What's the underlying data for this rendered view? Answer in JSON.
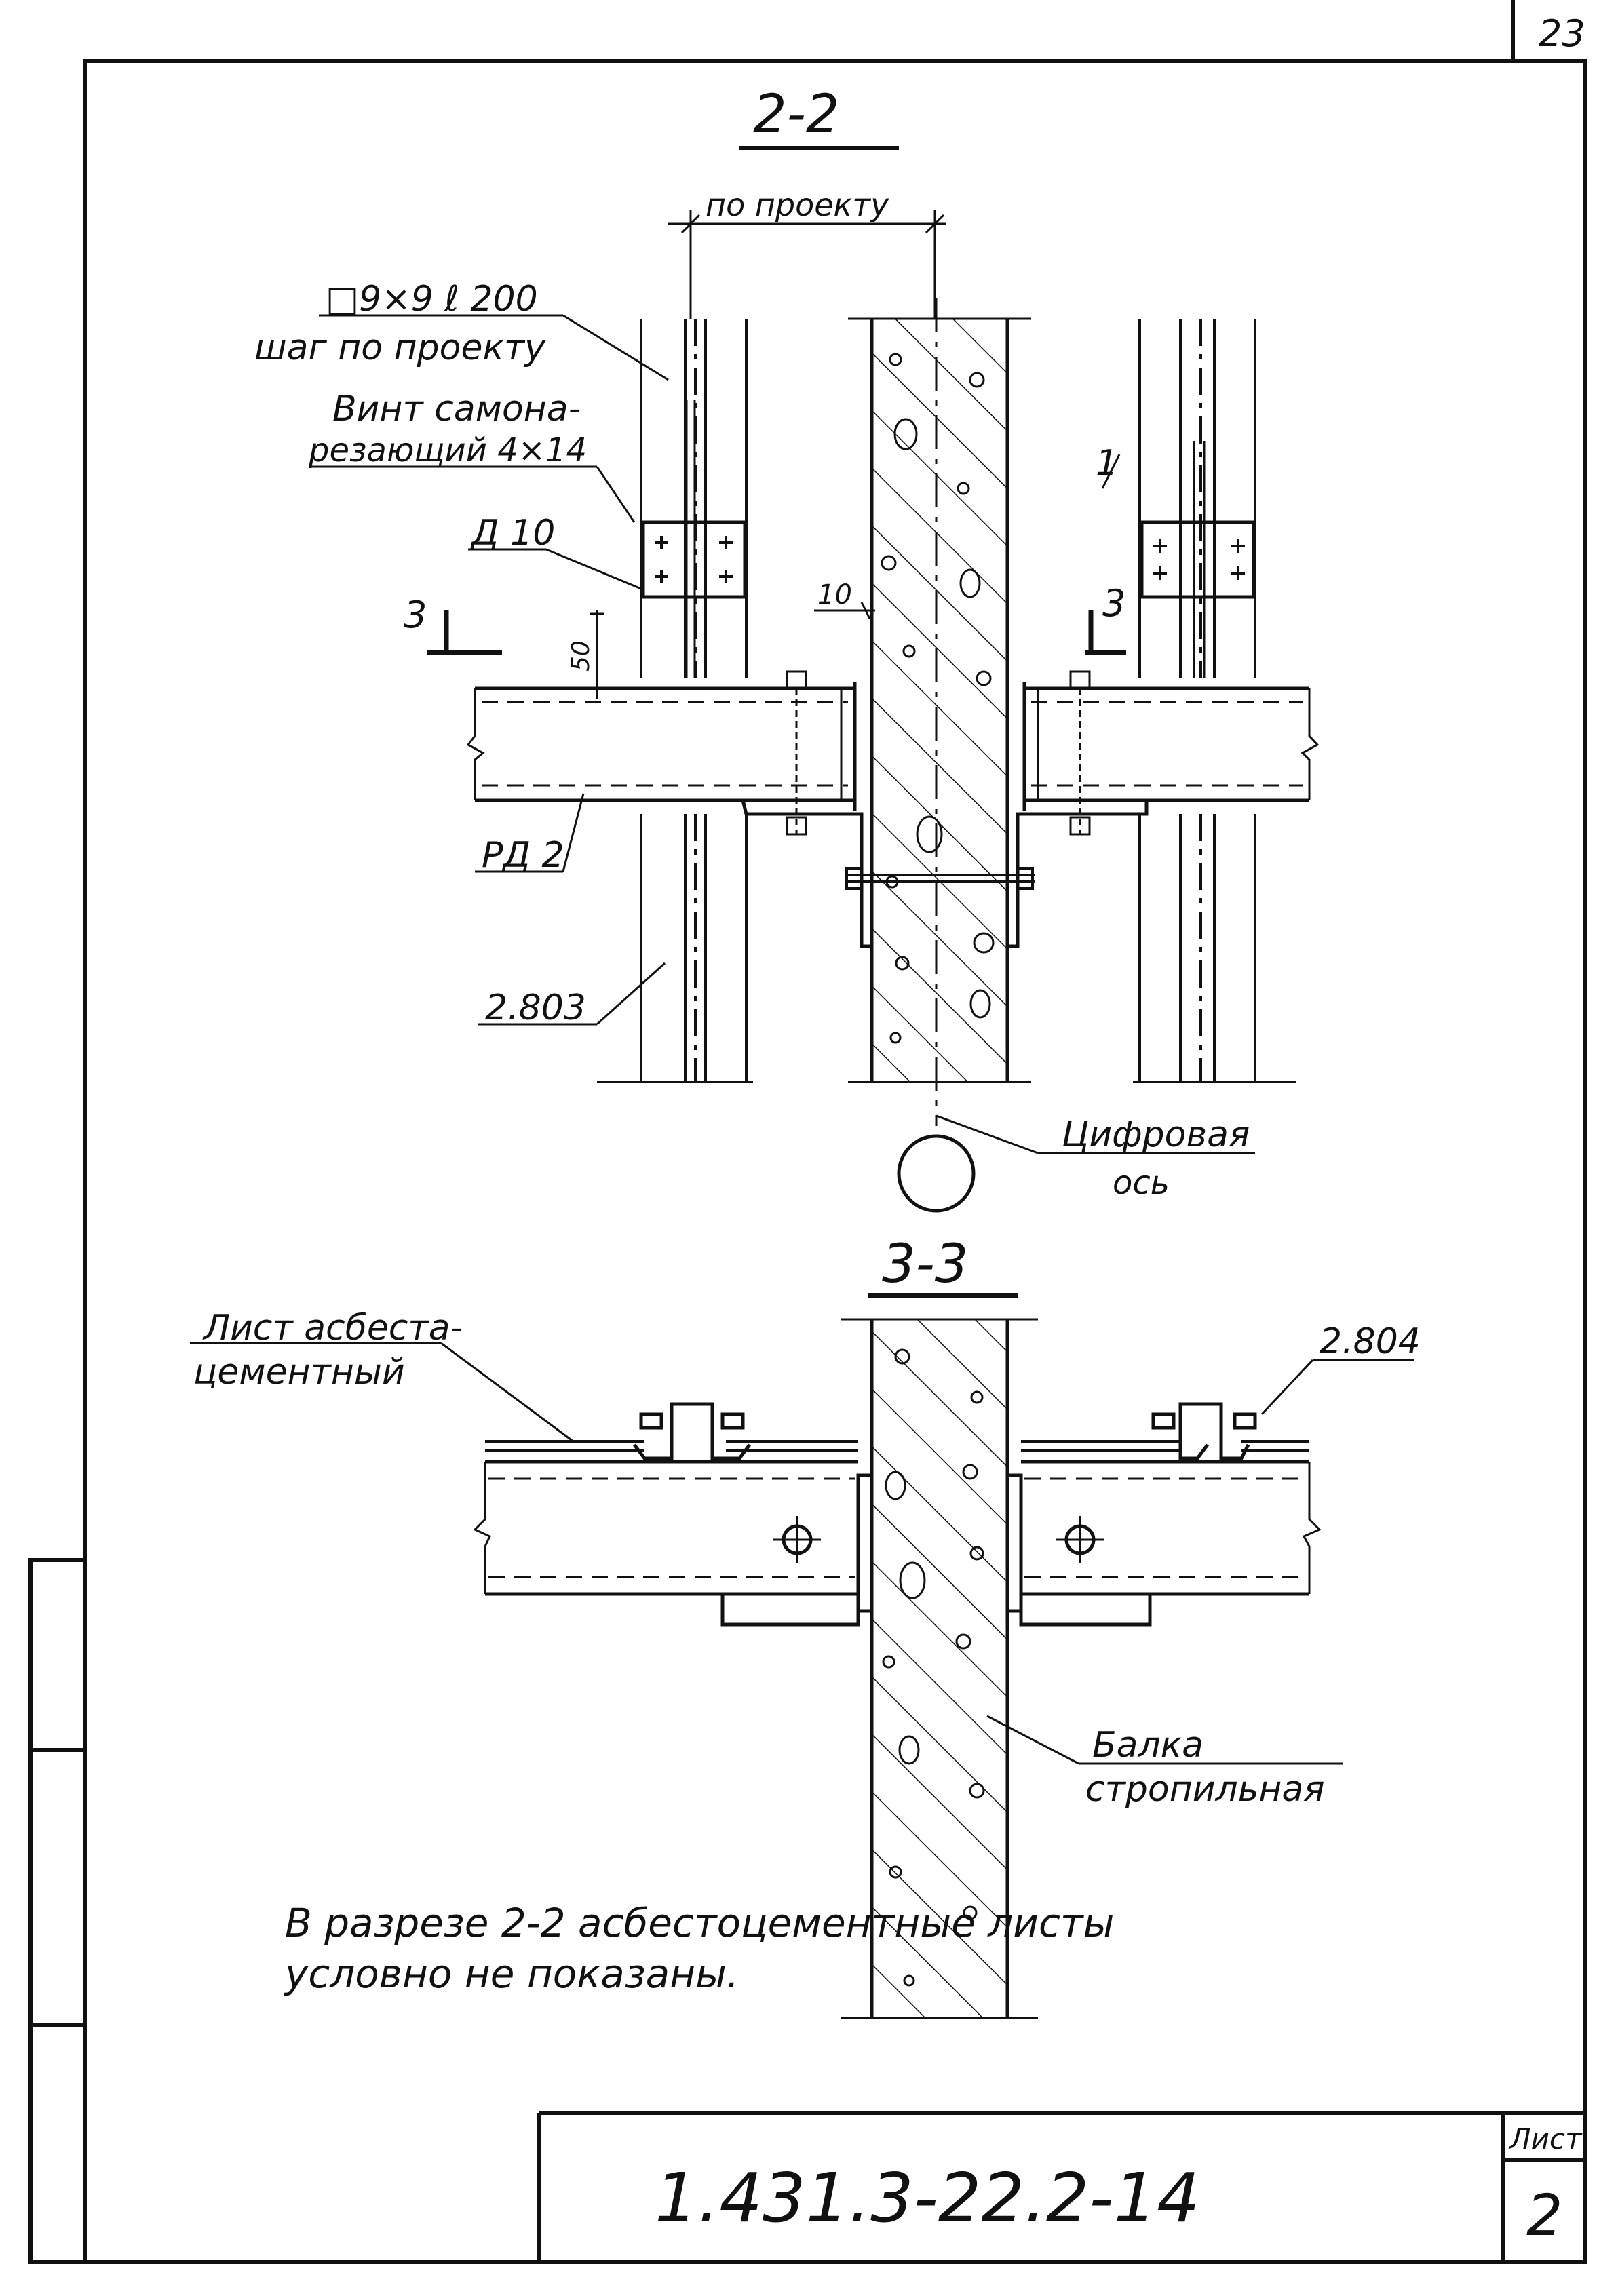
{
  "sheet_number": "23",
  "section_2_2": {
    "title": "2-2",
    "dim_top": "по проекту",
    "label_plate_line1": "□9×9  ℓ 200",
    "label_plate_line2": "шаг по проекту",
    "label_screw_line1": "Винт самона-",
    "label_screw_line2": "резающий 4×14",
    "label_d10": "Д 10",
    "label_1": "1",
    "dim_10": "10",
    "dim_50": "50",
    "cut_left": "3",
    "cut_right": "3",
    "label_rd2": "РД 2",
    "label_2803": "2.803",
    "axis_line1": "Цифровая",
    "axis_line2": "ось"
  },
  "section_3_3": {
    "title": "3-3",
    "label_sheet_line1": "Лист асбеста-",
    "label_sheet_line2": "цементный",
    "label_2804": "2.804",
    "label_beam_line1": "Балка",
    "label_beam_line2": "стропильная"
  },
  "note": {
    "line1": "В разрезе  2-2 асбестоцементные листы",
    "line2": "условно не показаны."
  },
  "title_block": {
    "code": "1.431.3-22.2-14",
    "sheet_label": "Лист",
    "sheet_value": "2"
  }
}
